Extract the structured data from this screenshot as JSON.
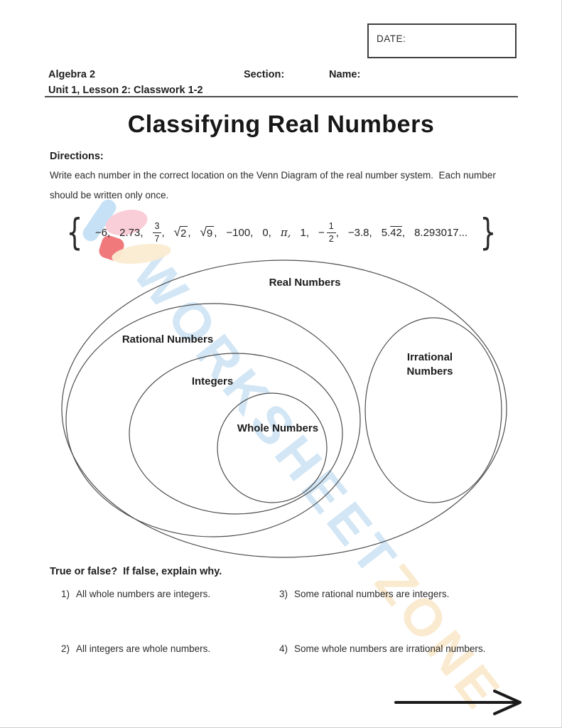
{
  "date_label": "DATE:",
  "header": {
    "course": "Algebra 2",
    "lesson": "Unit 1, Lesson 2: Classwork 1-2",
    "section_label": "Section:",
    "name_label": "Name:"
  },
  "title": "Classifying Real Numbers",
  "directions": {
    "label": "Directions:",
    "line1": "Write each number in the correct location on the Venn Diagram of the real number system.  Each number",
    "line2": "should be written only once."
  },
  "set": {
    "open": "{",
    "close": "}",
    "items": [
      {
        "v": "−6,"
      },
      {
        "v": "2.73,"
      },
      {
        "num": "3",
        "den": "7",
        "after": ","
      },
      {
        "sign": "√",
        "rad": "2",
        "after": ","
      },
      {
        "sign": "√",
        "rad": "9",
        "after": ","
      },
      {
        "v": "−100,"
      },
      {
        "v": "0,"
      },
      {
        "v": "π,"
      },
      {
        "v": "1,"
      },
      {
        "sign": "−",
        "num": "1",
        "den": "2",
        "after": ","
      },
      {
        "v": "−3.8,"
      },
      {
        "pre": "5.",
        "bar": "42",
        "after": ","
      },
      {
        "v": "8.293017..."
      }
    ]
  },
  "venn": {
    "real_label": "Real Numbers",
    "rational_label": "Rational Numbers",
    "integers_label": "Integers",
    "whole_label": "Whole Numbers",
    "irrational_label": "Irrational Numbers"
  },
  "truefalse": {
    "heading": "True or false?  If false, explain why.",
    "q1_num": "1)",
    "q1": "All whole numbers are integers.",
    "q2_num": "2)",
    "q2": "All integers are whole numbers.",
    "q3_num": "3)",
    "q3": "Some rational numbers are integers.",
    "q4_num": "4)",
    "q4": "Some whole numbers are irrational numbers."
  },
  "watermark": {
    "part1": "WORKSHEET",
    "part2": "ZONE"
  },
  "colors": {
    "ink": "#1f1f1f",
    "ellipse_stroke": "#4d4d4d",
    "watermark_blue": "#aed3ee",
    "watermark_orange": "#f6d9a8",
    "logo_blue": "#bcdcf5",
    "logo_pink": "#f9c9d4",
    "logo_red": "#ee6a6e",
    "logo_cream": "#faecd2"
  }
}
